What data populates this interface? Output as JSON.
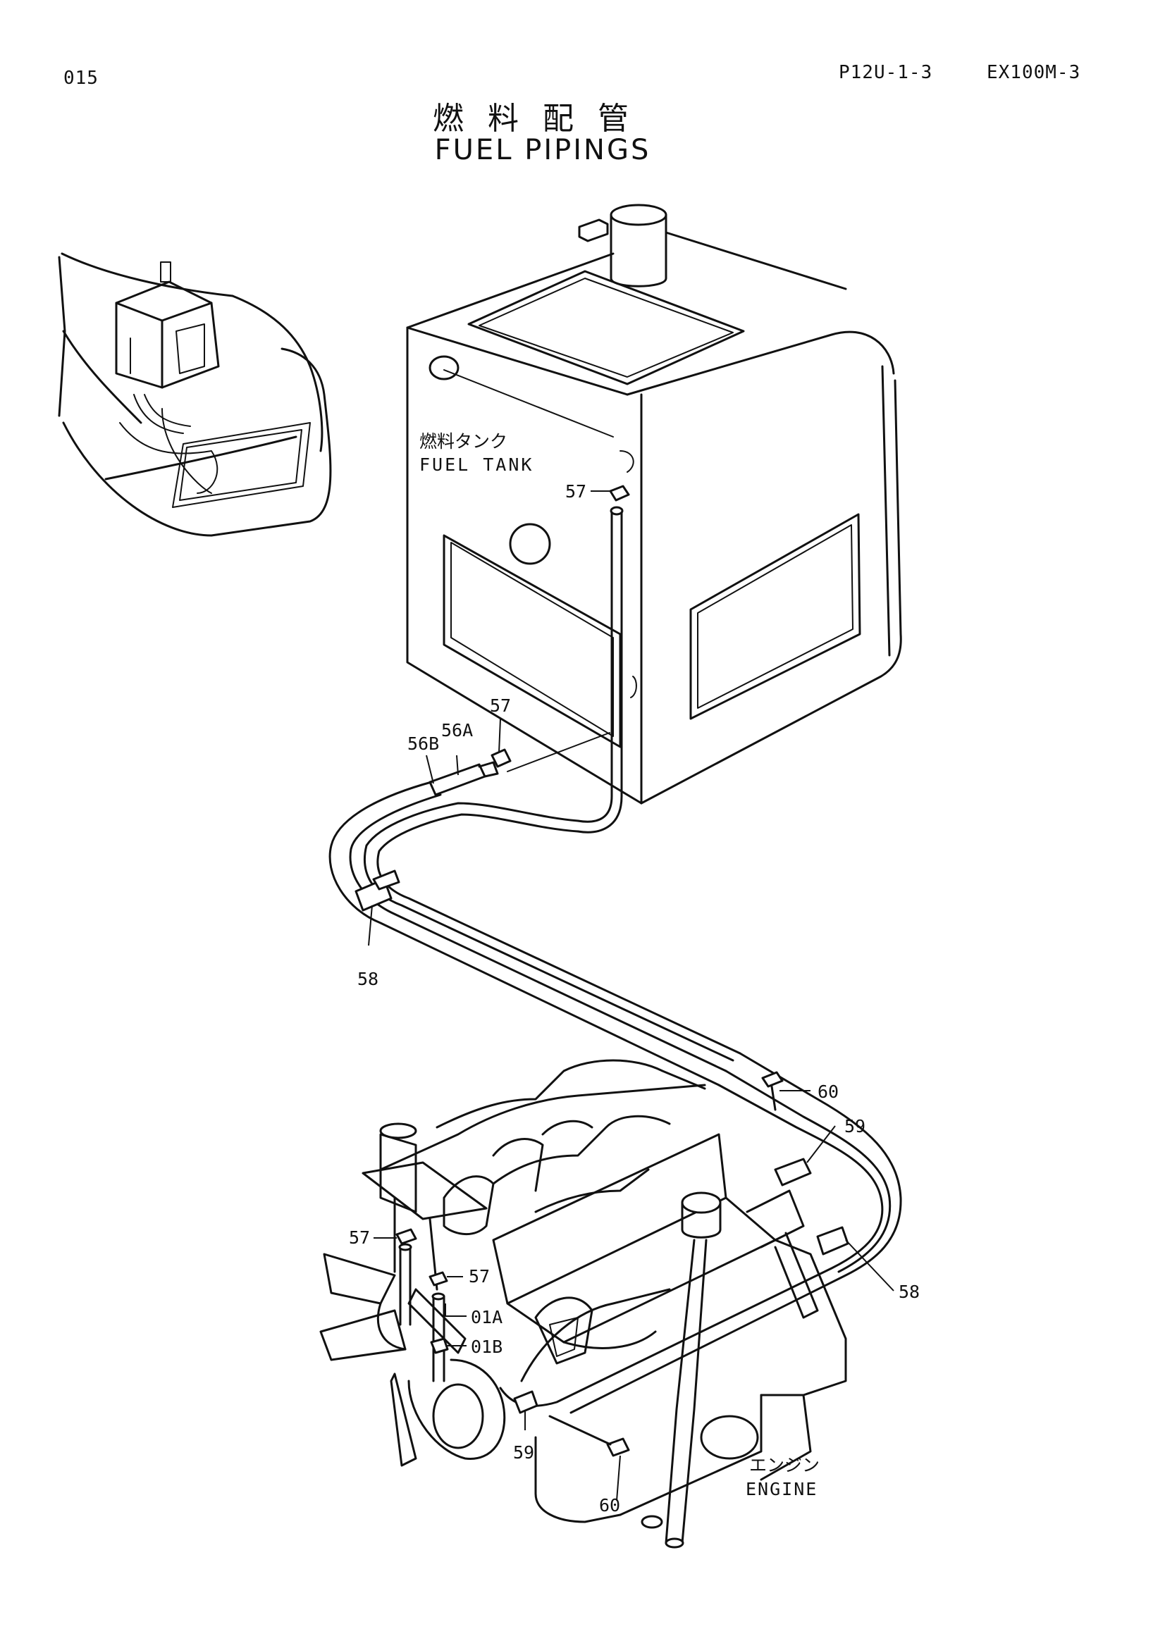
{
  "header": {
    "page_number": "015",
    "section_code": "P12U-1-3",
    "model": "EX100M-3"
  },
  "title": {
    "japanese": "燃料配管",
    "english": "FUEL PIPINGS"
  },
  "components": {
    "fuel_tank_jp": "燃料タンク",
    "fuel_tank_en": "FUEL TANK",
    "engine_jp": "エンジン",
    "engine_en": "ENGINE"
  },
  "callouts": {
    "c57_tank": "57",
    "c57_hose": "57",
    "c56A": "56A",
    "c56B": "56B",
    "c58_left": "58",
    "c60_top": "60",
    "c59_right": "59",
    "c57_pump_a": "57",
    "c57_pump_b": "57",
    "c58_right": "58",
    "c01A": "01A",
    "c01B": "01B",
    "c59_bottom": "59",
    "c60_bottom": "60"
  }
}
